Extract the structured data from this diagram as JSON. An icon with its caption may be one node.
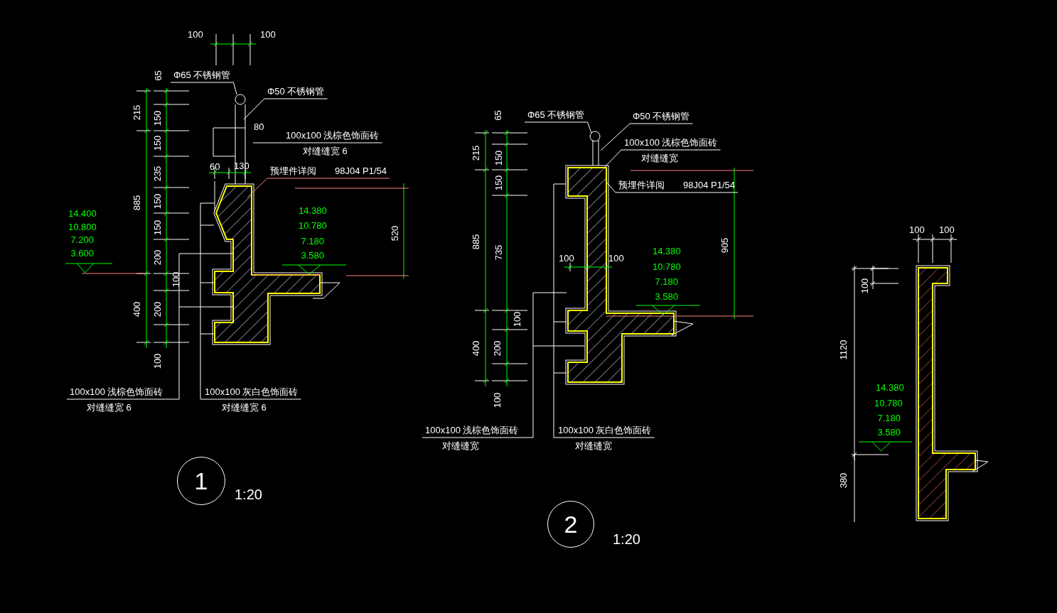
{
  "diagram": {
    "nodes": [
      {
        "text": [
          "Φ65 不锈钢管"
        ]
      },
      {
        "text": [
          "Φ50 不锈钢管"
        ]
      },
      {
        "text": [
          "100x100 浅棕色饰面砖",
          "对缝缝宽 6"
        ]
      },
      {
        "text": [
          "预埋件详阅",
          "98J04 P1/54"
        ]
      },
      {
        "text": [
          "100x100 浅棕色饰面砖",
          "对缝缝宽 6"
        ]
      },
      {
        "text": [
          "100x100 灰白色饰面砖",
          "对缝缝宽 6"
        ]
      },
      {
        "text": [
          "1"
        ],
        "beside": [
          "1:20"
        ]
      },
      {
        "text": [
          "Φ65 不锈钢管"
        ]
      },
      {
        "text": [
          "Φ50 不锈钢管"
        ]
      },
      {
        "text": [
          "100x100 浅棕色饰面砖",
          "对缝缝宽"
        ]
      },
      {
        "text": [
          "预埋件详阅",
          "98J04 P1/54"
        ]
      },
      {
        "text": [
          "100x100 浅棕色饰面砖",
          "对缝缝宽"
        ]
      },
      {
        "text": [
          "100x100 灰白色饰面砖",
          "对缝缝宽"
        ]
      },
      {
        "text": [
          "2"
        ],
        "beside": [
          "1:20"
        ]
      },
      {
        "text": [],
        "shape": "picture"
      },
      {
        "text": [],
        "shape": "picture"
      },
      {
        "text": [],
        "shape": "picture"
      }
    ],
    "edges": [
      {
        "from": 0,
        "to": 14,
        "arrow": "none"
      },
      {
        "from": 1,
        "to": 14,
        "arrow": "none"
      },
      {
        "from": 2,
        "to": 14,
        "arrow": "none"
      },
      {
        "from": 3,
        "to": 14,
        "arrow": "none",
        "color": "#ff8080"
      },
      {
        "from": 4,
        "to": 14,
        "arrow": "none"
      },
      {
        "from": 5,
        "to": 14,
        "arrow": "none"
      },
      {
        "from": 7,
        "to": 15,
        "arrow": "none"
      },
      {
        "from": 8,
        "to": 15,
        "arrow": "none"
      },
      {
        "from": 9,
        "to": 15,
        "arrow": "none"
      },
      {
        "from": 10,
        "to": 15,
        "arrow": "none"
      },
      {
        "from": 11,
        "to": 15,
        "arrow": "none"
      },
      {
        "from": 12,
        "to": 15,
        "arrow": "none"
      }
    ],
    "labels": [
      "100",
      "100",
      "65",
      "215",
      "150",
      "80",
      "150",
      "60",
      "130",
      "235",
      "885",
      "150",
      "150",
      "14.400",
      "10.800",
      "7.200",
      "3.600",
      "14.380",
      "10.780",
      "7.180",
      "3.580",
      "520",
      "200",
      "100",
      "400",
      "200",
      "100",
      "65",
      "215",
      "150",
      "150",
      "885",
      "735",
      "100",
      "100",
      "905",
      "14.380",
      "10.780",
      "7.180",
      "3.580",
      "100",
      "400",
      "200",
      "100",
      "100",
      "100",
      "100",
      "1120",
      "14.380",
      "10.780",
      "7.180",
      "3.580",
      "380"
    ]
  }
}
